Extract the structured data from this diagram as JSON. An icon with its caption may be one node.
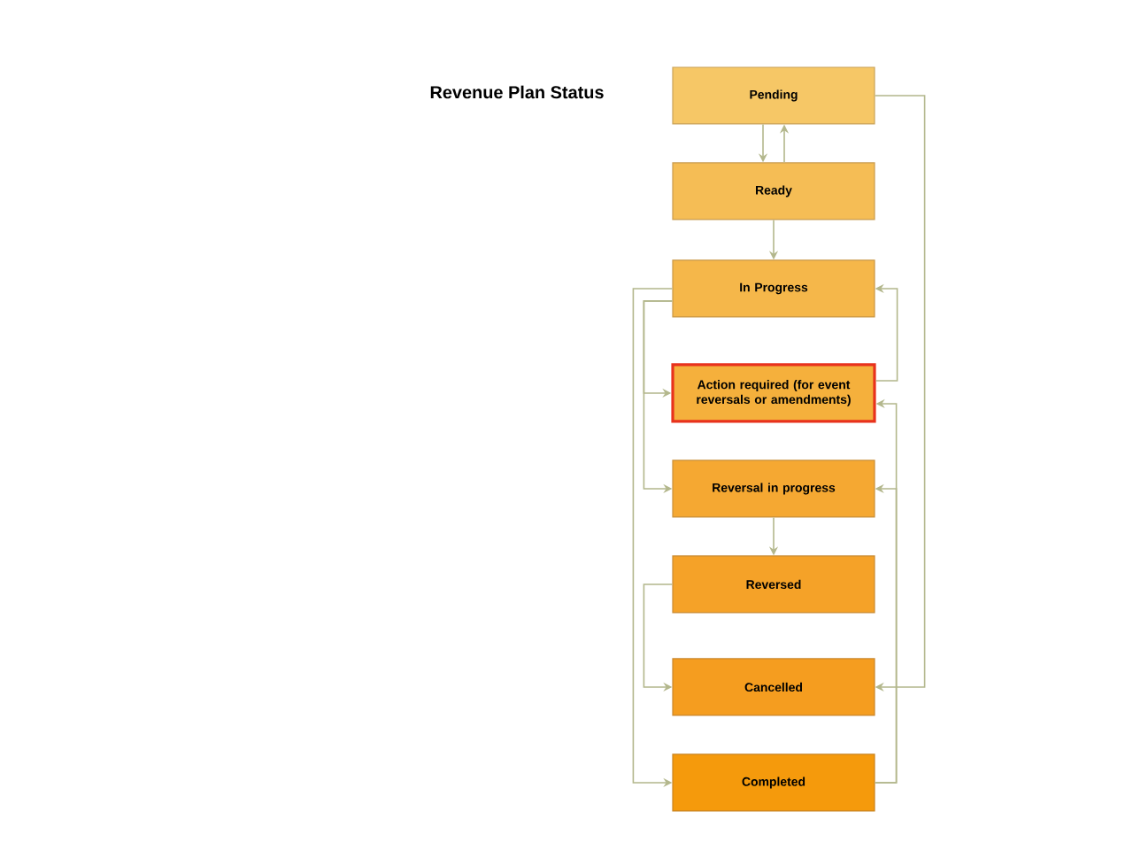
{
  "diagram": {
    "title": "Revenue Plan Status",
    "nodes": [
      {
        "text": [
          "Pending"
        ]
      },
      {
        "text": [
          "Ready"
        ]
      },
      {
        "text": [
          "In Progress"
        ]
      },
      {
        "text": [
          "Action required (for event reversals or amendments)"
        ]
      },
      {
        "text": [
          "Reversal in progress"
        ]
      },
      {
        "text": [
          "Reversed"
        ]
      },
      {
        "text": [
          "Cancelled"
        ]
      },
      {
        "text": [
          "Completed"
        ]
      }
    ],
    "edges": [
      {
        "from": 0,
        "to": 1,
        "arrow": "to"
      },
      {
        "from": 1,
        "to": 0,
        "arrow": "to"
      },
      {
        "from": 1,
        "to": 2,
        "arrow": "to"
      },
      {
        "from": 0,
        "to": 6,
        "arrow": "to"
      },
      {
        "from": 2,
        "to": 3,
        "arrow": "to"
      },
      {
        "from": 2,
        "to": 4,
        "arrow": "to"
      },
      {
        "from": 2,
        "to": 7,
        "arrow": "to"
      },
      {
        "from": 3,
        "to": 2,
        "arrow": "to"
      },
      {
        "from": 7,
        "to": 3,
        "arrow": "to"
      },
      {
        "from": 7,
        "to": 4,
        "arrow": "to"
      },
      {
        "from": 4,
        "to": 5,
        "arrow": "to"
      },
      {
        "from": 5,
        "to": 6,
        "arrow": "to"
      }
    ]
  }
}
